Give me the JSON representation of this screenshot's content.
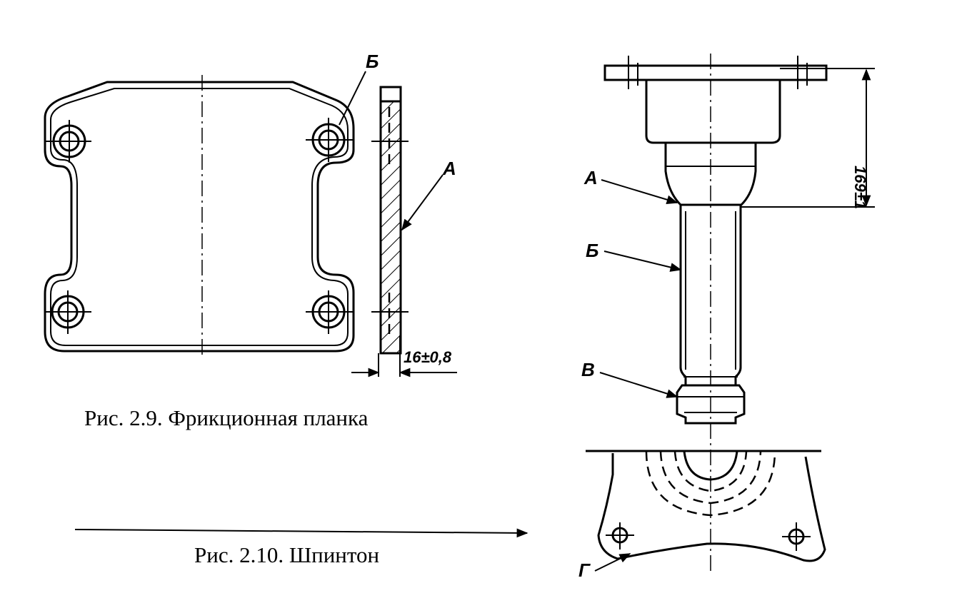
{
  "figure_1": {
    "caption": "Рис. 2.9. Фрикционная планка",
    "labels": {
      "b": "Б",
      "a": "А"
    },
    "dimension": "16±0,8"
  },
  "figure_2": {
    "caption": "Рис. 2.10. Шпинтон",
    "labels": {
      "a": "А",
      "b": "Б",
      "v": "В",
      "g": "Г"
    },
    "dimension": "169±1"
  }
}
